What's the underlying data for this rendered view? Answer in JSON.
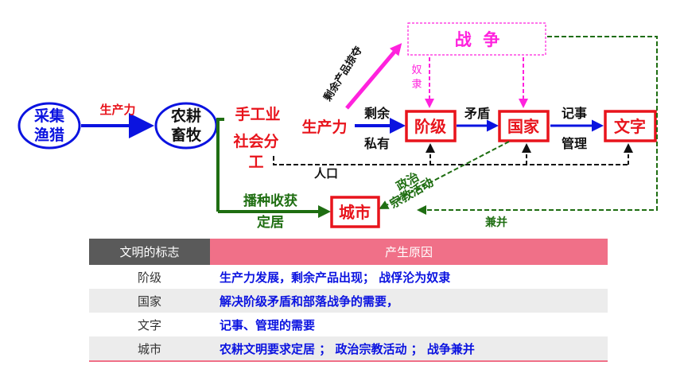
{
  "diagram": {
    "nodes": {
      "gather": [
        "采集",
        "渔猎"
      ],
      "farm": [
        "农耕",
        "畜牧"
      ],
      "handicraft": "手工业",
      "division": [
        "社会分",
        "工"
      ],
      "productivity": "生产力",
      "war": "战  争",
      "class": "阶级",
      "state": "国家",
      "writing": "文字",
      "city": "城市"
    },
    "labels": {
      "productivity_arrow": "生产力",
      "surplus": "剩余",
      "private": "私有",
      "surplus_plunder": "剩余产品掠夺",
      "slave": [
        "奴",
        "隶"
      ],
      "contradiction": "矛盾",
      "record": "记事",
      "manage": "管理",
      "population": "人口",
      "politics": [
        "政治",
        "宗教活动"
      ],
      "sow": "播种收获",
      "settle": "定居",
      "annex": "兼并"
    }
  },
  "table": {
    "headers": [
      "文明的标志",
      "产生原因"
    ],
    "rows": [
      {
        "sign": "阶级",
        "reason": "生产力发展，剩余产品出现； 战俘沦为奴隶"
      },
      {
        "sign": "国家",
        "reason": "解决阶级矛盾和部落战争的需要，"
      },
      {
        "sign": "文字",
        "reason": "记事、管理的需要"
      },
      {
        "sign": "城市",
        "reason": "农耕文明要求定居 ； 政治宗教活动 ； 战争兼并"
      }
    ]
  },
  "colors": {
    "blue": "#0b13e0",
    "red": "#e8141c",
    "green": "#1f6e12",
    "magenta": "#ff22dd",
    "header_dark": "#5a5a5a",
    "header_pink": "#f07088"
  }
}
